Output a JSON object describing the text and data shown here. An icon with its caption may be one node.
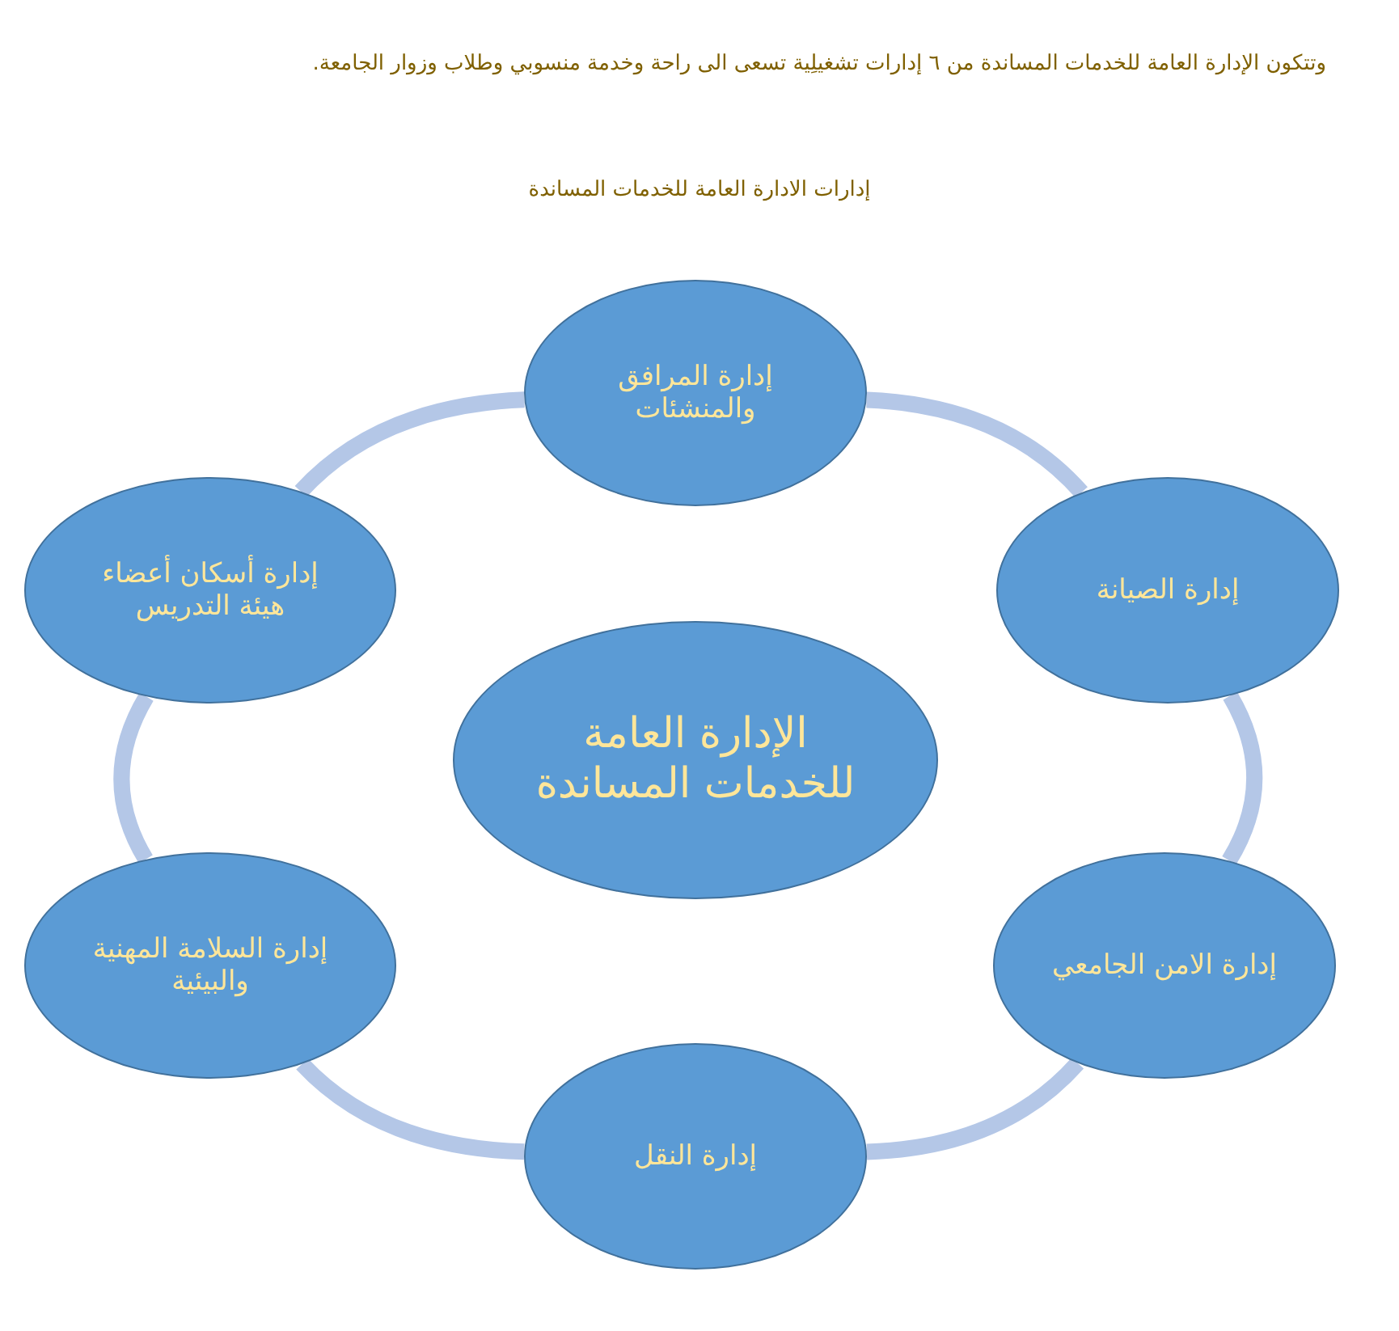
{
  "diagram": {
    "title": "إدارات الادارة العامة للخدمات المساندة",
    "labels": [
      "وتتكون الإدارة العامة للخدمات المساندة من ٦ إدارات تشغيلِية تسعى الى راحة وخدمة منسوبي وطلاب وزوار الجامعة."
    ],
    "nodes": [
      {
        "text": [
          "الإدارة العامة للخدمات المساندة"
        ]
      },
      {
        "text": [
          "إدارة المرافق والمنشئات"
        ]
      },
      {
        "text": [
          "إدارة الصيانة"
        ]
      },
      {
        "text": [
          "إدارة الامن الجامعي"
        ]
      },
      {
        "text": [
          "إدارة النقل"
        ]
      },
      {
        "text": [
          "إدارة السلامة المهنية والبيئية"
        ]
      },
      {
        "text": [
          "إدارة أسكان أعضاء هيئة التدريس"
        ]
      }
    ],
    "edges": [
      {
        "from": 1,
        "to": 2,
        "arrow": "none"
      },
      {
        "from": 2,
        "to": 3,
        "arrow": "none"
      },
      {
        "from": 3,
        "to": 4,
        "arrow": "none"
      },
      {
        "from": 4,
        "to": 5,
        "arrow": "none"
      },
      {
        "from": 5,
        "to": 6,
        "arrow": "none"
      },
      {
        "from": 6,
        "to": 1,
        "arrow": "none"
      }
    ]
  }
}
